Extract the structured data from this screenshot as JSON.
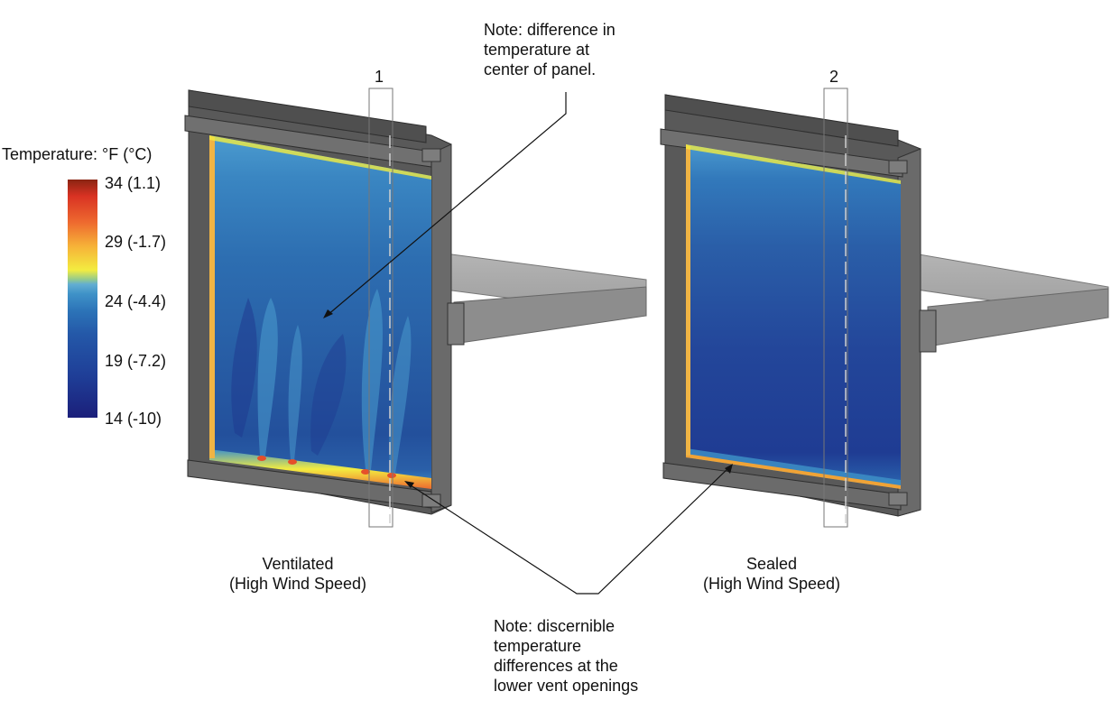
{
  "legend": {
    "title": "Temperature: °F (°C)",
    "ticks": [
      "34 (1.1)",
      "29 (-1.7)",
      "24 (-4.4)",
      "19 (-7.2)",
      "14 (-10)"
    ],
    "min": 14,
    "max": 34,
    "unit": "°F"
  },
  "colors": {
    "scale": [
      "#1b1f7a",
      "#1f3f98",
      "#2458a8",
      "#2c74b8",
      "#3f92c8",
      "#62aed2",
      "#92c98f",
      "#f3ec40",
      "#f6b238",
      "#ee6a2f",
      "#d93223",
      "#8a2412"
    ],
    "frame": "#555555",
    "slab": "#9a9a9a"
  },
  "panels": [
    {
      "section_number": "1",
      "caption_line1": "Ventilated",
      "caption_line2": "(High Wind Speed)"
    },
    {
      "section_number": "2",
      "caption_line1": "Sealed",
      "caption_line2": "(High Wind Speed)"
    }
  ],
  "notes": {
    "center": [
      "Note: difference in",
      "temperature at",
      "center of panel."
    ],
    "vents": [
      "Note: discernible",
      "temperature",
      "differences at the",
      "lower vent openings"
    ]
  }
}
